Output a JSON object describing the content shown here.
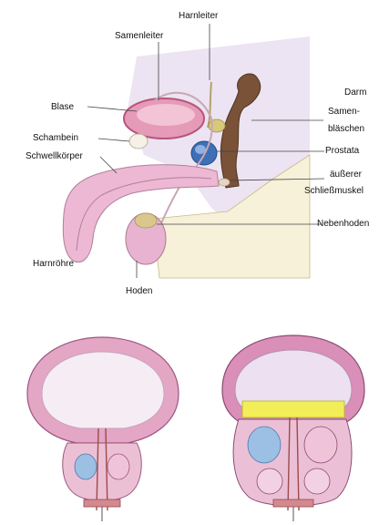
{
  "labels": {
    "harnleiter": "Harnleiter",
    "samenleiter": "Samenleiter",
    "blase": "Blase",
    "schambein": "Schambein",
    "schwellkoerper": "Schwellkörper",
    "darm": "Darm",
    "samenblaeschen_1": "Samen-",
    "samenblaeschen_2": "bläschen",
    "prostata": "Prostata",
    "schliessmuskel_1": "äußerer",
    "schliessmuskel_2": "Schließmuskel",
    "nebenhoden": "Nebenhoden",
    "harnroehre": "Harnröhre",
    "hoden": "Hoden"
  },
  "colors": {
    "background_region": "#ece4f2",
    "pelvic_floor": "#f7f1d9",
    "bladder": "#e59bb7",
    "bladder_outline": "#b8547d",
    "rectum": "#7a5237",
    "prostata": "#3f6fb5",
    "penis": "#ecb8d3",
    "scrotum": "#e8b3d0",
    "line": "#333333",
    "hyperplasia_yellow": "#f2ee58"
  }
}
